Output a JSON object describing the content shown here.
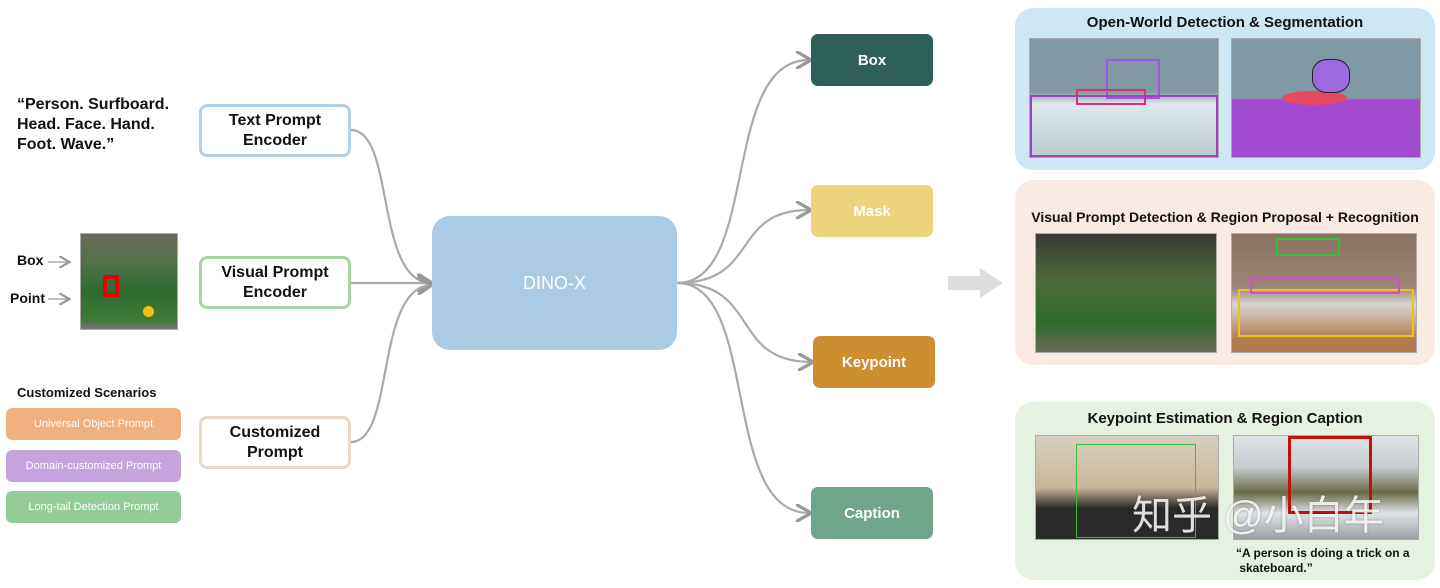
{
  "inputs": {
    "text_prompt": "“Person. Surfboard.\nHead. Face. Hand.\nFoot. Wave.”",
    "box_label": "Box",
    "point_label": "Point",
    "scenarios_title": "Customized Scenarios",
    "scenarios": [
      {
        "label": "Universal Object Prompt",
        "color": "#f2b07f"
      },
      {
        "label": "Domain-customized Prompt",
        "color": "#c5a3dc"
      },
      {
        "label": "Long-tail Detection Prompt",
        "color": "#93cc98"
      }
    ]
  },
  "encoders": [
    {
      "label": "Text Prompt\nEncoder",
      "color": "#b5d0e6"
    },
    {
      "label": "Visual Prompt\nEncoder",
      "color": "#a9d3a6"
    },
    {
      "label": "Customized\nPrompt",
      "color": "#ead8c6"
    }
  ],
  "model": {
    "label": "DINO-X",
    "color": "#aacbe3"
  },
  "outputs": [
    {
      "label": "Box",
      "color": "#2e5f58"
    },
    {
      "label": "Mask",
      "color": "#eed27c"
    },
    {
      "label": "Keypoint",
      "color": "#cc8e2f"
    },
    {
      "label": "Caption",
      "color": "#6fa58b"
    }
  ],
  "panels": [
    {
      "title": "Open-World Detection & Segmentation",
      "color": "#cfe6f3"
    },
    {
      "title": "Visual Prompt Detection & Region Proposal + Recognition",
      "color": "#f9ebe4"
    },
    {
      "title": "Keypoint Estimation & Region Caption",
      "color": "#e5f2e1",
      "caption": "“A person is doing a trick on a\n skateboard.”"
    }
  ],
  "watermark": "知乎 @小白年"
}
